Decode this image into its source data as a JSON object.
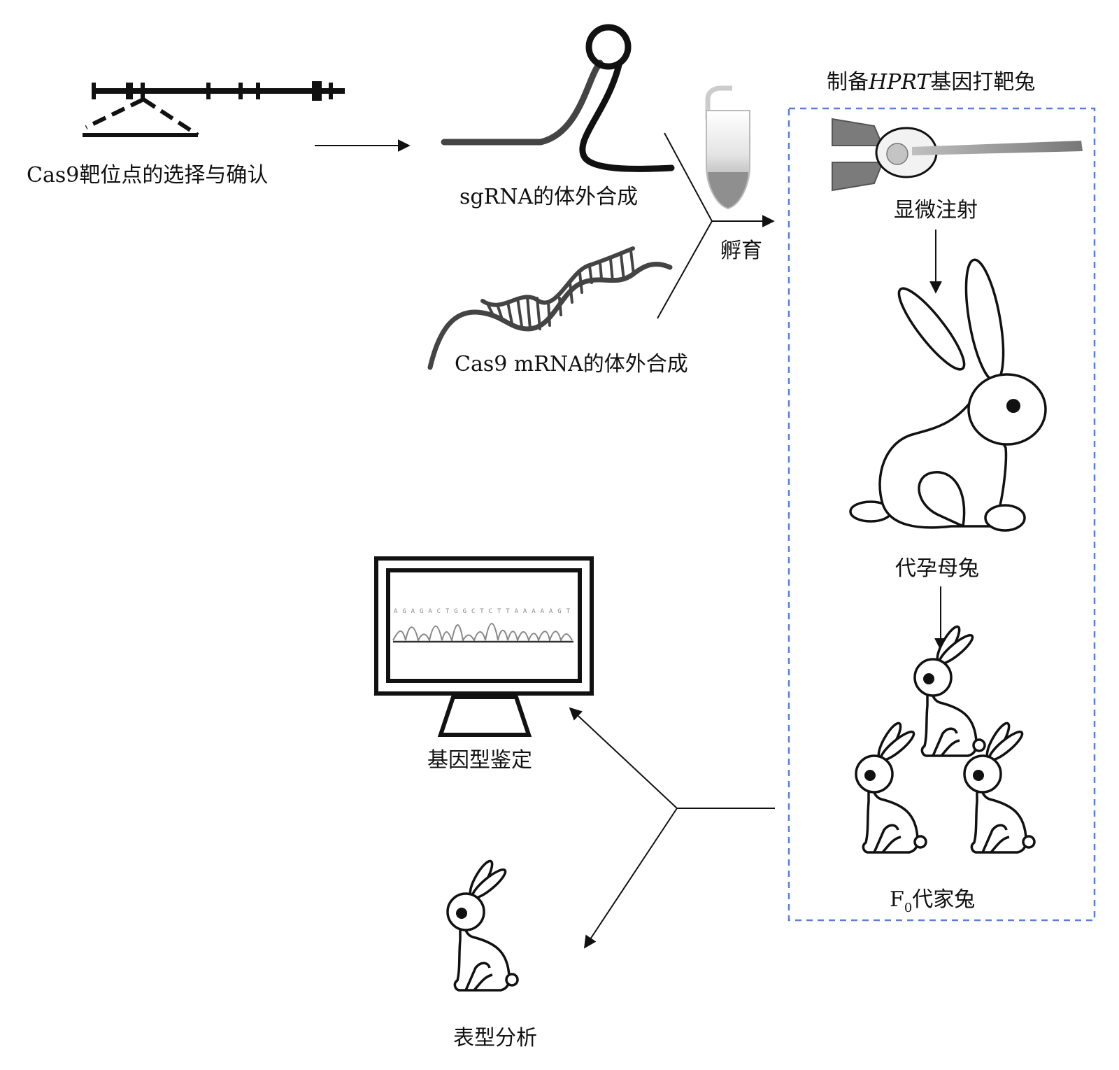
{
  "labels": {
    "target_site": "Cas9靶位点的选择与确认",
    "sgrna": "sgRNA的体外合成",
    "cas9_mrna": "Cas9 mRNA的体外合成",
    "incubation": "孵育",
    "box_title_prefix": "制备",
    "box_title_gene": "HPRT",
    "box_title_suffix": "基因打靶兔",
    "microinjection": "显微注射",
    "surrogate": "代孕母兔",
    "f0_prefix": "F",
    "f0_sub": "0",
    "f0_suffix": "代家兔",
    "genotyping": "基因型鉴定",
    "phenotype": "表型分析"
  },
  "sequence": "AGAGACTGGCTCTTAAAAAGT",
  "colors": {
    "line": "#111111",
    "gray_strand": "#444444",
    "box_border": "#5b7fd6"
  }
}
